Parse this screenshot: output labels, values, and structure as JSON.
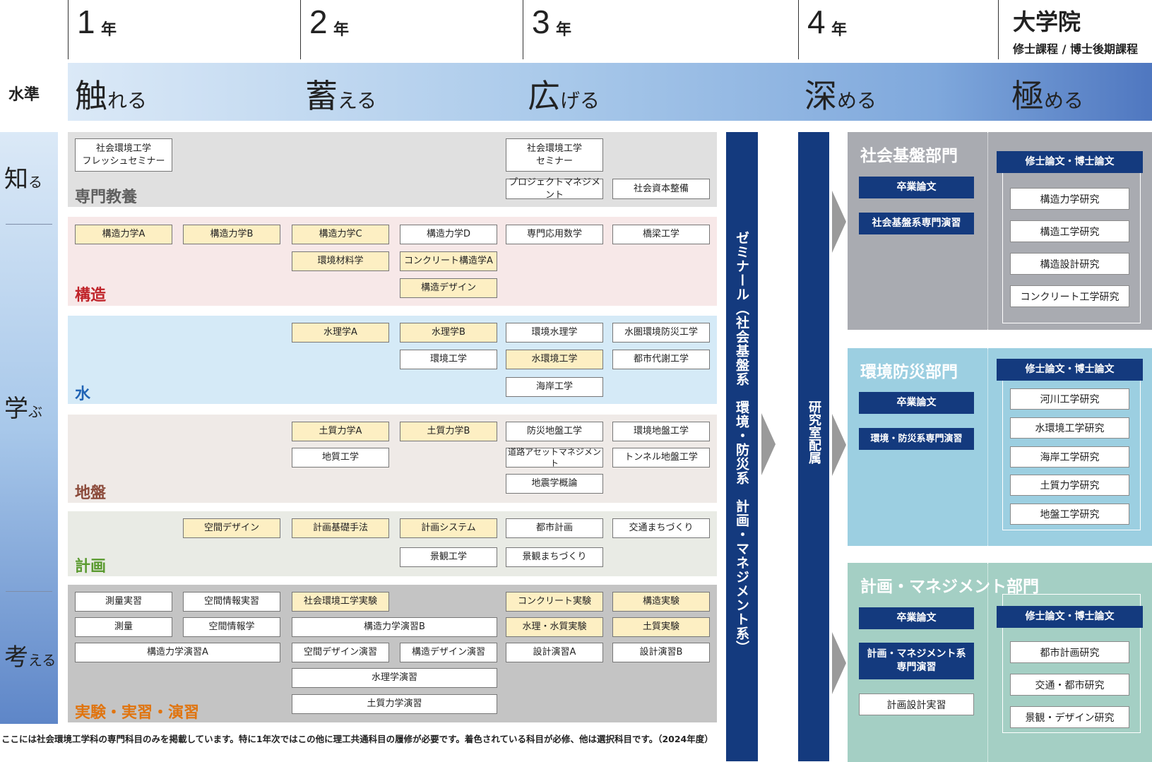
{
  "years": [
    {
      "num": "1",
      "unit": "年"
    },
    {
      "num": "2",
      "unit": "年"
    },
    {
      "num": "3",
      "unit": "年"
    },
    {
      "num": "4",
      "unit": "年"
    }
  ],
  "graduate": {
    "title": "大学院",
    "subtitle": "修士課程 / 博士後期課程"
  },
  "level": {
    "label": "水準",
    "items": [
      {
        "big": "触",
        "small": "れる"
      },
      {
        "big": "蓄",
        "small": "える"
      },
      {
        "big": "広",
        "small": "げる"
      },
      {
        "big": "深",
        "small": "める"
      },
      {
        "big": "極",
        "small": "める"
      }
    ]
  },
  "stages": [
    {
      "big": "知",
      "small": "る"
    },
    {
      "big": "学",
      "small": "ぶ"
    },
    {
      "big": "考",
      "small": "える"
    }
  ],
  "categories": {
    "senmon": {
      "title": "専門教養",
      "color": "#5f5f5f",
      "bg": "#e0e0e0",
      "courses": [
        "社会環境工学\nフレッシュセミナー",
        "社会環境工学\nセミナー",
        "プロジェクトマネジメント",
        "社会資本整備"
      ]
    },
    "kozo": {
      "title": "構造",
      "color": "#c0242a",
      "bg": "#f7e8e8",
      "courses": [
        "構造力学A",
        "構造力学B",
        "構造力学C",
        "構造力学D",
        "専門応用数学",
        "橋梁工学",
        "環境材料学",
        "コンクリート構造学A",
        "構造デザイン"
      ]
    },
    "mizu": {
      "title": "水",
      "color": "#1f63b5",
      "bg": "#d5eaf7",
      "courses": [
        "水理学A",
        "水理学B",
        "環境水理学",
        "水圏環境防災工学",
        "環境工学",
        "水環境工学",
        "都市代謝工学",
        "海岸工学"
      ]
    },
    "jiban": {
      "title": "地盤",
      "color": "#8b4a3a",
      "bg": "#efeae7",
      "courses": [
        "土質力学A",
        "土質力学B",
        "防災地盤工学",
        "環境地盤工学",
        "地質工学",
        "道路アセットマネジメント",
        "トンネル地盤工学",
        "地震学概論"
      ]
    },
    "keikaku": {
      "title": "計画",
      "color": "#5a9a2f",
      "bg": "#e9ebe5",
      "courses": [
        "空間デザイン",
        "計画基礎手法",
        "計画システム",
        "都市計画",
        "交通まちづくり",
        "景観工学",
        "景観まちづくり"
      ]
    },
    "jikken": {
      "title": "実験・実習・演習",
      "color": "#e0740f",
      "bg": "#c4c4c4",
      "courses": [
        "測量実習",
        "空間情報実習",
        "社会環境工学実験",
        "コンクリート実験",
        "構造実験",
        "測量",
        "空間情報学",
        "構造力学演習B",
        "水理・水質実験",
        "土質実験",
        "構造力学演習A",
        "空間デザイン演習",
        "構造デザイン演習",
        "設計演習A",
        "設計演習B",
        "水理学演習",
        "土質力学演習"
      ]
    }
  },
  "seminar_bar": "ゼミナール（社会基盤系　環境・防災系　計画・マネジメント系）",
  "lab_bar": "研究室配属",
  "departments": [
    {
      "title": "社会基盤部門",
      "bg": "#a9abb1",
      "left": [
        "卒業論文",
        "社会基盤系専門演習"
      ],
      "thesis": "修士論文・博士論文",
      "research": [
        "構造力学研究",
        "構造工学研究",
        "構造設計研究",
        "コンクリート工学研究"
      ]
    },
    {
      "title": "環境防災部門",
      "bg": "#9ccfe1",
      "left": [
        "卒業論文",
        "環境・防災系専門演習"
      ],
      "thesis": "修士論文・博士論文",
      "research": [
        "河川工学研究",
        "水環境工学研究",
        "海岸工学研究",
        "土質力学研究",
        "地盤工学研究"
      ]
    },
    {
      "title": "計画・マネジメント部門",
      "bg": "#a4cfc4",
      "left": [
        "卒業論文",
        "計画・マネジメント系\n専門演習",
        "計画設計実習"
      ],
      "thesis": "修士論文・博士論文",
      "research": [
        "都市計画研究",
        "交通・都市研究",
        "景観・デザイン研究"
      ]
    }
  ],
  "footnote": "ここには社会環境工学科の専門科目のみを掲載しています。特に1年次ではこの他に理工共通科目の履修が必要です。着色されている科目が必修、他は選択科目です。（2024年度）"
}
